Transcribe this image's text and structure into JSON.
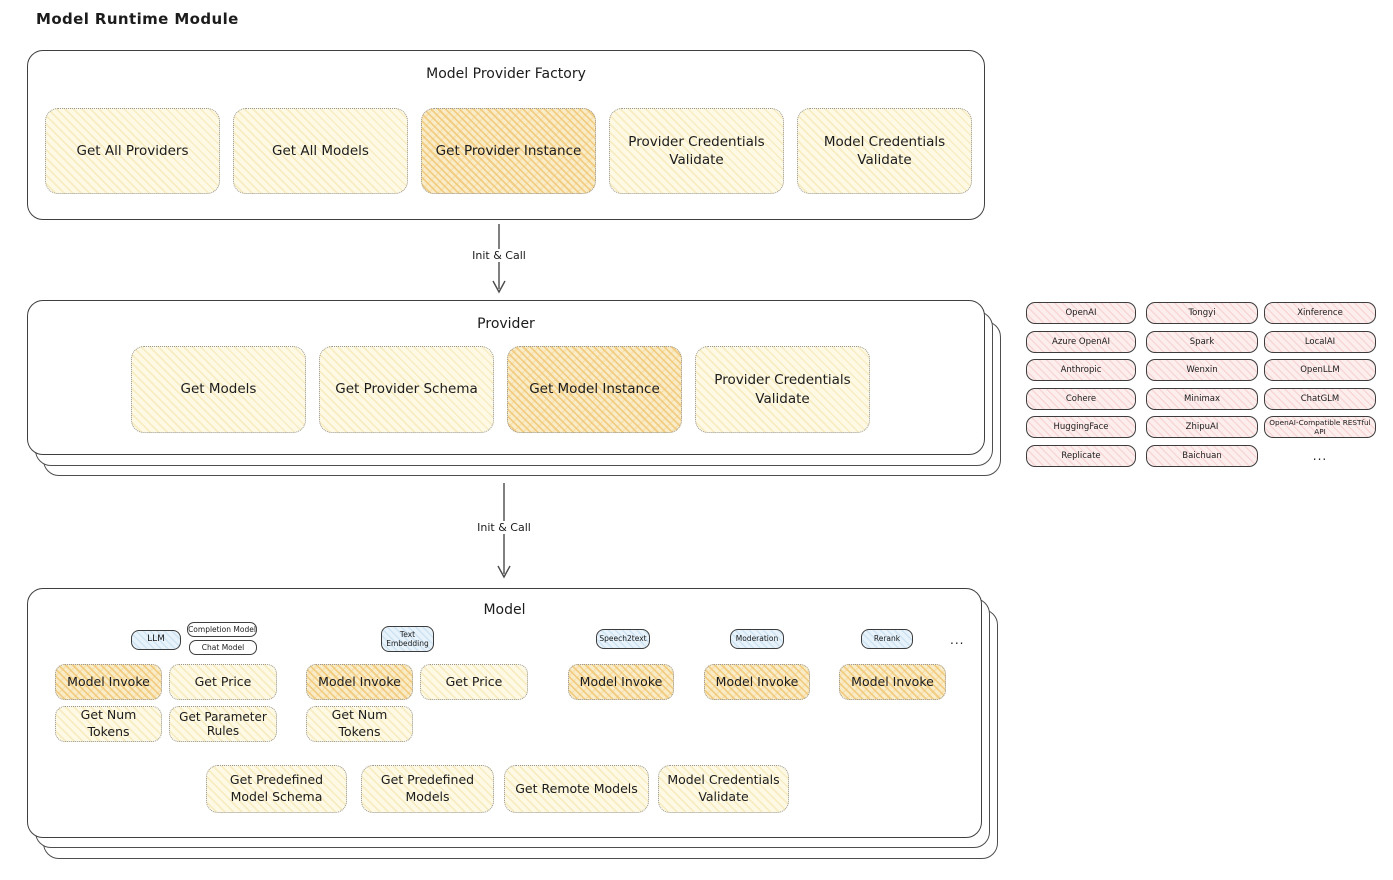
{
  "page": {
    "title": "Model Runtime Module"
  },
  "arrows": {
    "arrow1": "Init & Call",
    "arrow2": "Init & Call"
  },
  "factory": {
    "title": "Model Provider Factory",
    "buttons": [
      {
        "label": "Get All Providers",
        "highlighted": false
      },
      {
        "label": "Get All Models",
        "highlighted": false
      },
      {
        "label": "Get Provider Instance",
        "highlighted": true
      },
      {
        "label": "Provider Credentials Validate",
        "highlighted": false
      },
      {
        "label": "Model Credentials Validate",
        "highlighted": false
      }
    ]
  },
  "provider": {
    "title": "Provider",
    "buttons": [
      {
        "label": "Get Models",
        "highlighted": false
      },
      {
        "label": "Get Provider Schema",
        "highlighted": false
      },
      {
        "label": "Get Model Instance",
        "highlighted": true
      },
      {
        "label": "Provider Credentials Validate",
        "highlighted": false
      }
    ]
  },
  "providers_list": {
    "col1": [
      "OpenAI",
      "Azure OpenAI",
      "Anthropic",
      "Cohere",
      "HuggingFace",
      "Replicate"
    ],
    "col2": [
      "Tongyi",
      "Spark",
      "Wenxin",
      "Minimax",
      "ZhipuAI",
      "Baichuan"
    ],
    "col3": [
      "Xinference",
      "LocalAI",
      "OpenLLM",
      "ChatGLM",
      "OpenAI-Compatible RESTful API"
    ],
    "more": "..."
  },
  "model": {
    "title": "Model",
    "tabs": {
      "llm": "LLM",
      "completion_model": "Completion Model",
      "chat_model": "Chat Model",
      "text_embedding": "Text Embedding",
      "speech2text": "Speech2text",
      "moderation": "Moderation",
      "rerank": "Rerank",
      "more": "..."
    },
    "functions": {
      "model_invoke": "Model Invoke",
      "get_price": "Get Price",
      "get_num_tokens": "Get Num Tokens",
      "get_parameter_rules": "Get Parameter Rules",
      "get_predefined_model_schema": "Get Predefined Model Schema",
      "get_predefined_models": "Get Predefined Models",
      "get_remote_models": "Get Remote Models",
      "model_credentials_validate": "Model Credentials Validate"
    }
  },
  "colors": {
    "yellow_fill": "#fdf9e4",
    "yellow_hatch": "#f3e1a6",
    "orange_fill": "#f9ecc9",
    "orange_hatch": "#f0c36e",
    "pink_fill": "#fdeeee",
    "pink_hatch": "#f4c6c6",
    "blue_fill": "#e7f2fa",
    "blue_hatch": "#b9d8ec",
    "stroke": "#3f3f3f"
  }
}
